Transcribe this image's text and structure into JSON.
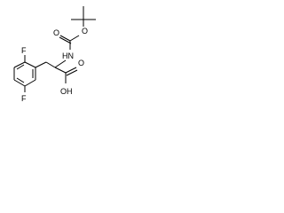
{
  "molecule": {
    "atoms": {
      "carbonyl_oxygen_boc": "O",
      "ester_oxygen_boc": "O",
      "amide_nitrogen": "HN",
      "fluorine_top": "F",
      "fluorine_bottom": "F",
      "acid_carbonyl_oxygen": "O",
      "acid_hydroxyl": "OH"
    },
    "colors": {
      "bond": "#000000",
      "label": "#000000",
      "background": "#ffffff"
    }
  }
}
